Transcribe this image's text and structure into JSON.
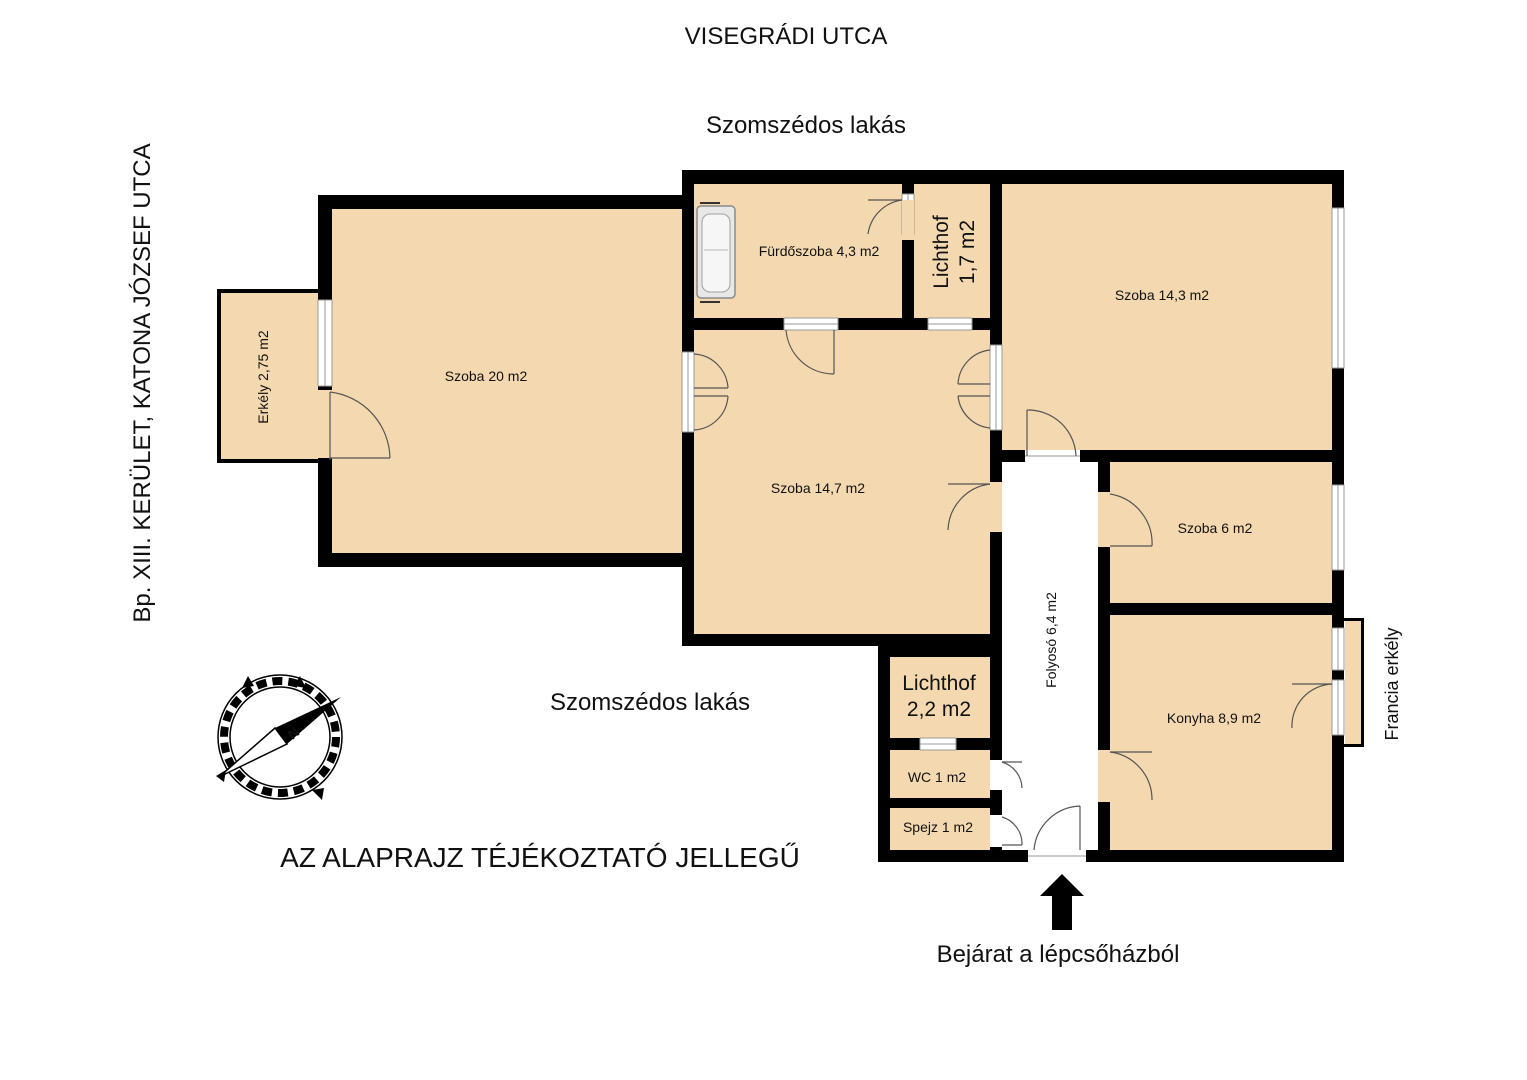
{
  "labels": {
    "street_top": "VISEGRÁDI UTCA",
    "street_left": "Bp. XIII. KERÜLET, KATONA JÓZSEF UTCA",
    "neighbor_top": "Szomszédos lakás",
    "neighbor_bottom": "Szomszédos lakás",
    "disclaimer": "AZ ALAPRAJZ TÉJÉKOZTATÓ JELLEGŰ",
    "entrance": "Bejárat a lépcsőházból",
    "french_balcony": "Francia erkély",
    "compass_n": "N"
  },
  "rooms": {
    "balcony": "Erkély 2,75 m2",
    "room20": "Szoba 20 m2",
    "bathroom": "Fürdőszoba 4,3 m2",
    "lichthof1_name": "Lichthof",
    "lichthof1_area": "1,7 m2",
    "room14_3": "Szoba 14,3 m2",
    "room14_7": "Szoba 14,7 m2",
    "room6": "Szoba 6 m2",
    "kitchen": "Konyha 8,9 m2",
    "corridor": "Folyosó 6,4 m2",
    "lichthof2_name": "Lichthof",
    "lichthof2_area": "2,2 m2",
    "wc": "WC 1 m2",
    "pantry": "Spejz 1 m2"
  },
  "colors": {
    "floor": "#f4d9b0",
    "wall": "#000000",
    "background": "#ffffff"
  }
}
